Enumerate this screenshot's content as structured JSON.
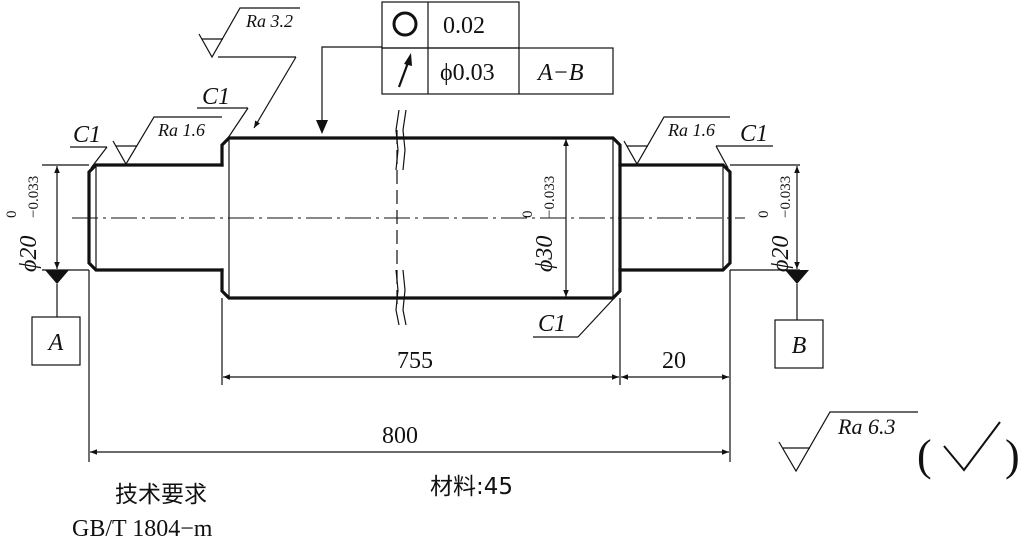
{
  "tolerance_frame": {
    "row1": {
      "symbol": "circularity",
      "value": "0.02"
    },
    "row2": {
      "symbol": "circular-runout",
      "value": "ϕ0.03",
      "datum": "A−B"
    }
  },
  "chamfers": {
    "left_end": "C1",
    "left_shoulder": "C1",
    "right_end": "C1",
    "bottom": "C1"
  },
  "roughness": {
    "top": "Ra 3.2",
    "left_journal": "Ra 1.6",
    "right_journal": "Ra 1.6",
    "general": "Ra 6.3"
  },
  "diameters": {
    "left": {
      "main": "ϕ20",
      "upper": "0",
      "lower": "−0.033"
    },
    "middle": {
      "main": "ϕ30",
      "upper": "0",
      "lower": "−0.033"
    },
    "right": {
      "main": "ϕ20",
      "upper": "0",
      "lower": "−0.033"
    }
  },
  "datums": {
    "left": "A",
    "right": "B"
  },
  "dimensions": {
    "middle_length": "755",
    "right_length": "20",
    "total_length": "800"
  },
  "general_roughness_bracket": {
    "open": "(",
    "close": ")"
  },
  "notes": {
    "technical_requirements_title": "技术要求",
    "technical_requirements_text": "GB/T 1804−m",
    "material": "材料:45"
  }
}
